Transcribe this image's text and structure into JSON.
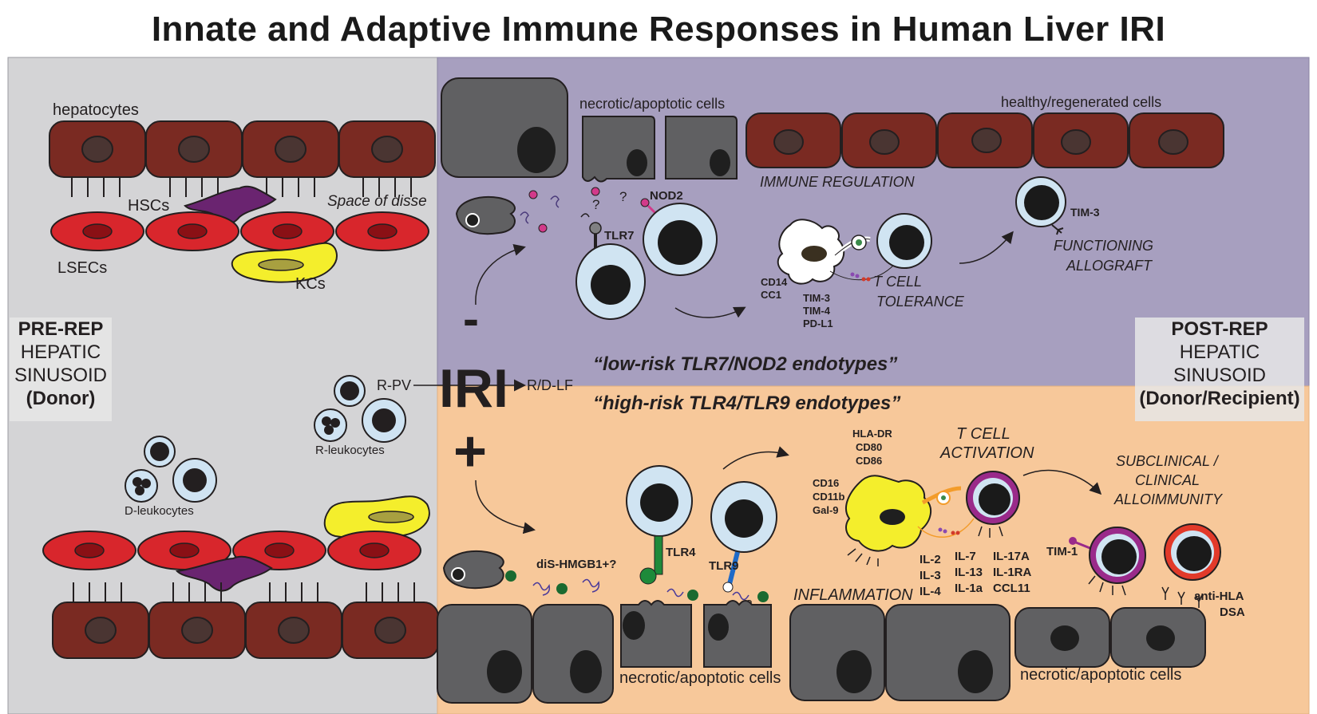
{
  "title": "Innate and Adaptive Immune Responses in Human Liver IRI",
  "colors": {
    "donor_panel": "#d4d4d6",
    "low_risk_panel": "#a79fbf",
    "high_risk_panel": "#f7c89a",
    "hepatocyte": "#7a2a22",
    "lsec": "#d8262c",
    "necrotic": "#606062",
    "hsc": "#6a2470",
    "kc": "#f4ee2c"
  },
  "pre_rep": {
    "line1": "PRE-REP",
    "line2": "HEPATIC",
    "line3": "SINUSOID",
    "line4": "(Donor)"
  },
  "post_rep": {
    "line1": "POST-REP",
    "line2": "HEPATIC",
    "line3": "SINUSOID",
    "line4": "(Donor/Recipient)"
  },
  "labels": {
    "hepatocytes": "hepatocytes",
    "hscs": "HSCs",
    "space_of_disse": "Space of disse",
    "lsecs": "LSECs",
    "kcs": "KCs",
    "r_pv": "R-PV",
    "r_d_lf": "R/D-LF",
    "iri": "IRI",
    "minus": "-",
    "plus": "+",
    "r_leukocytes": "R-leukocytes",
    "d_leukocytes": "D-leukocytes"
  },
  "low_risk": {
    "necrotic_label": "necrotic/apoptotic cells",
    "healthy_label": "healthy/regenerated cells",
    "immune_regulation": "IMMUNE REGULATION",
    "nod2": "NOD2",
    "tlr7": "TLR7",
    "q1": "?",
    "q2": "?",
    "cd14": "CD14",
    "cc1": "CC1",
    "tim3": "TIM-3",
    "tim4": "TIM-4",
    "pdl1": "PD-L1",
    "tcell_tolerance_1": "T CELL",
    "tcell_tolerance_2": "TOLERANCE",
    "tim3_tcell": "TIM-3",
    "functioning_1": "FUNCTIONING",
    "functioning_2": "ALLOGRAFT",
    "endotype": "“low-risk TLR7/NOD2 endotypes”"
  },
  "high_risk": {
    "endotype": "“high-risk TLR4/TLR9 endotypes”",
    "dis_hmgb1": "diS-HMGB1+?",
    "tlr4": "TLR4",
    "tlr9": "TLR9",
    "q": "?",
    "hla_dr": "HLA-DR",
    "cd80": "CD80",
    "cd86": "CD86",
    "cd16": "CD16",
    "cd11b": "CD11b",
    "gal9": "Gal-9",
    "tcell_activation_1": "T CELL",
    "tcell_activation_2": "ACTIVATION",
    "il2": "IL-2",
    "il3": "IL-3",
    "il4": "IL-4",
    "il7": "IL-7",
    "il13": "IL-13",
    "il1a": "IL-1a",
    "il17a": "IL-17A",
    "il1ra": "IL-1RA",
    "ccl11": "CCL11",
    "subclinical_1": "SUBCLINICAL /",
    "subclinical_2": "CLINICAL",
    "subclinical_3": "ALLOIMMUNITY",
    "tim1": "TIM-1",
    "anti_hla": "anti-HLA",
    "dsa": "DSA",
    "inflammation": "INFLAMMATION",
    "necrotic_label_1": "necrotic/apoptotic cells",
    "necrotic_label_2": "necrotic/apoptotic cells"
  }
}
